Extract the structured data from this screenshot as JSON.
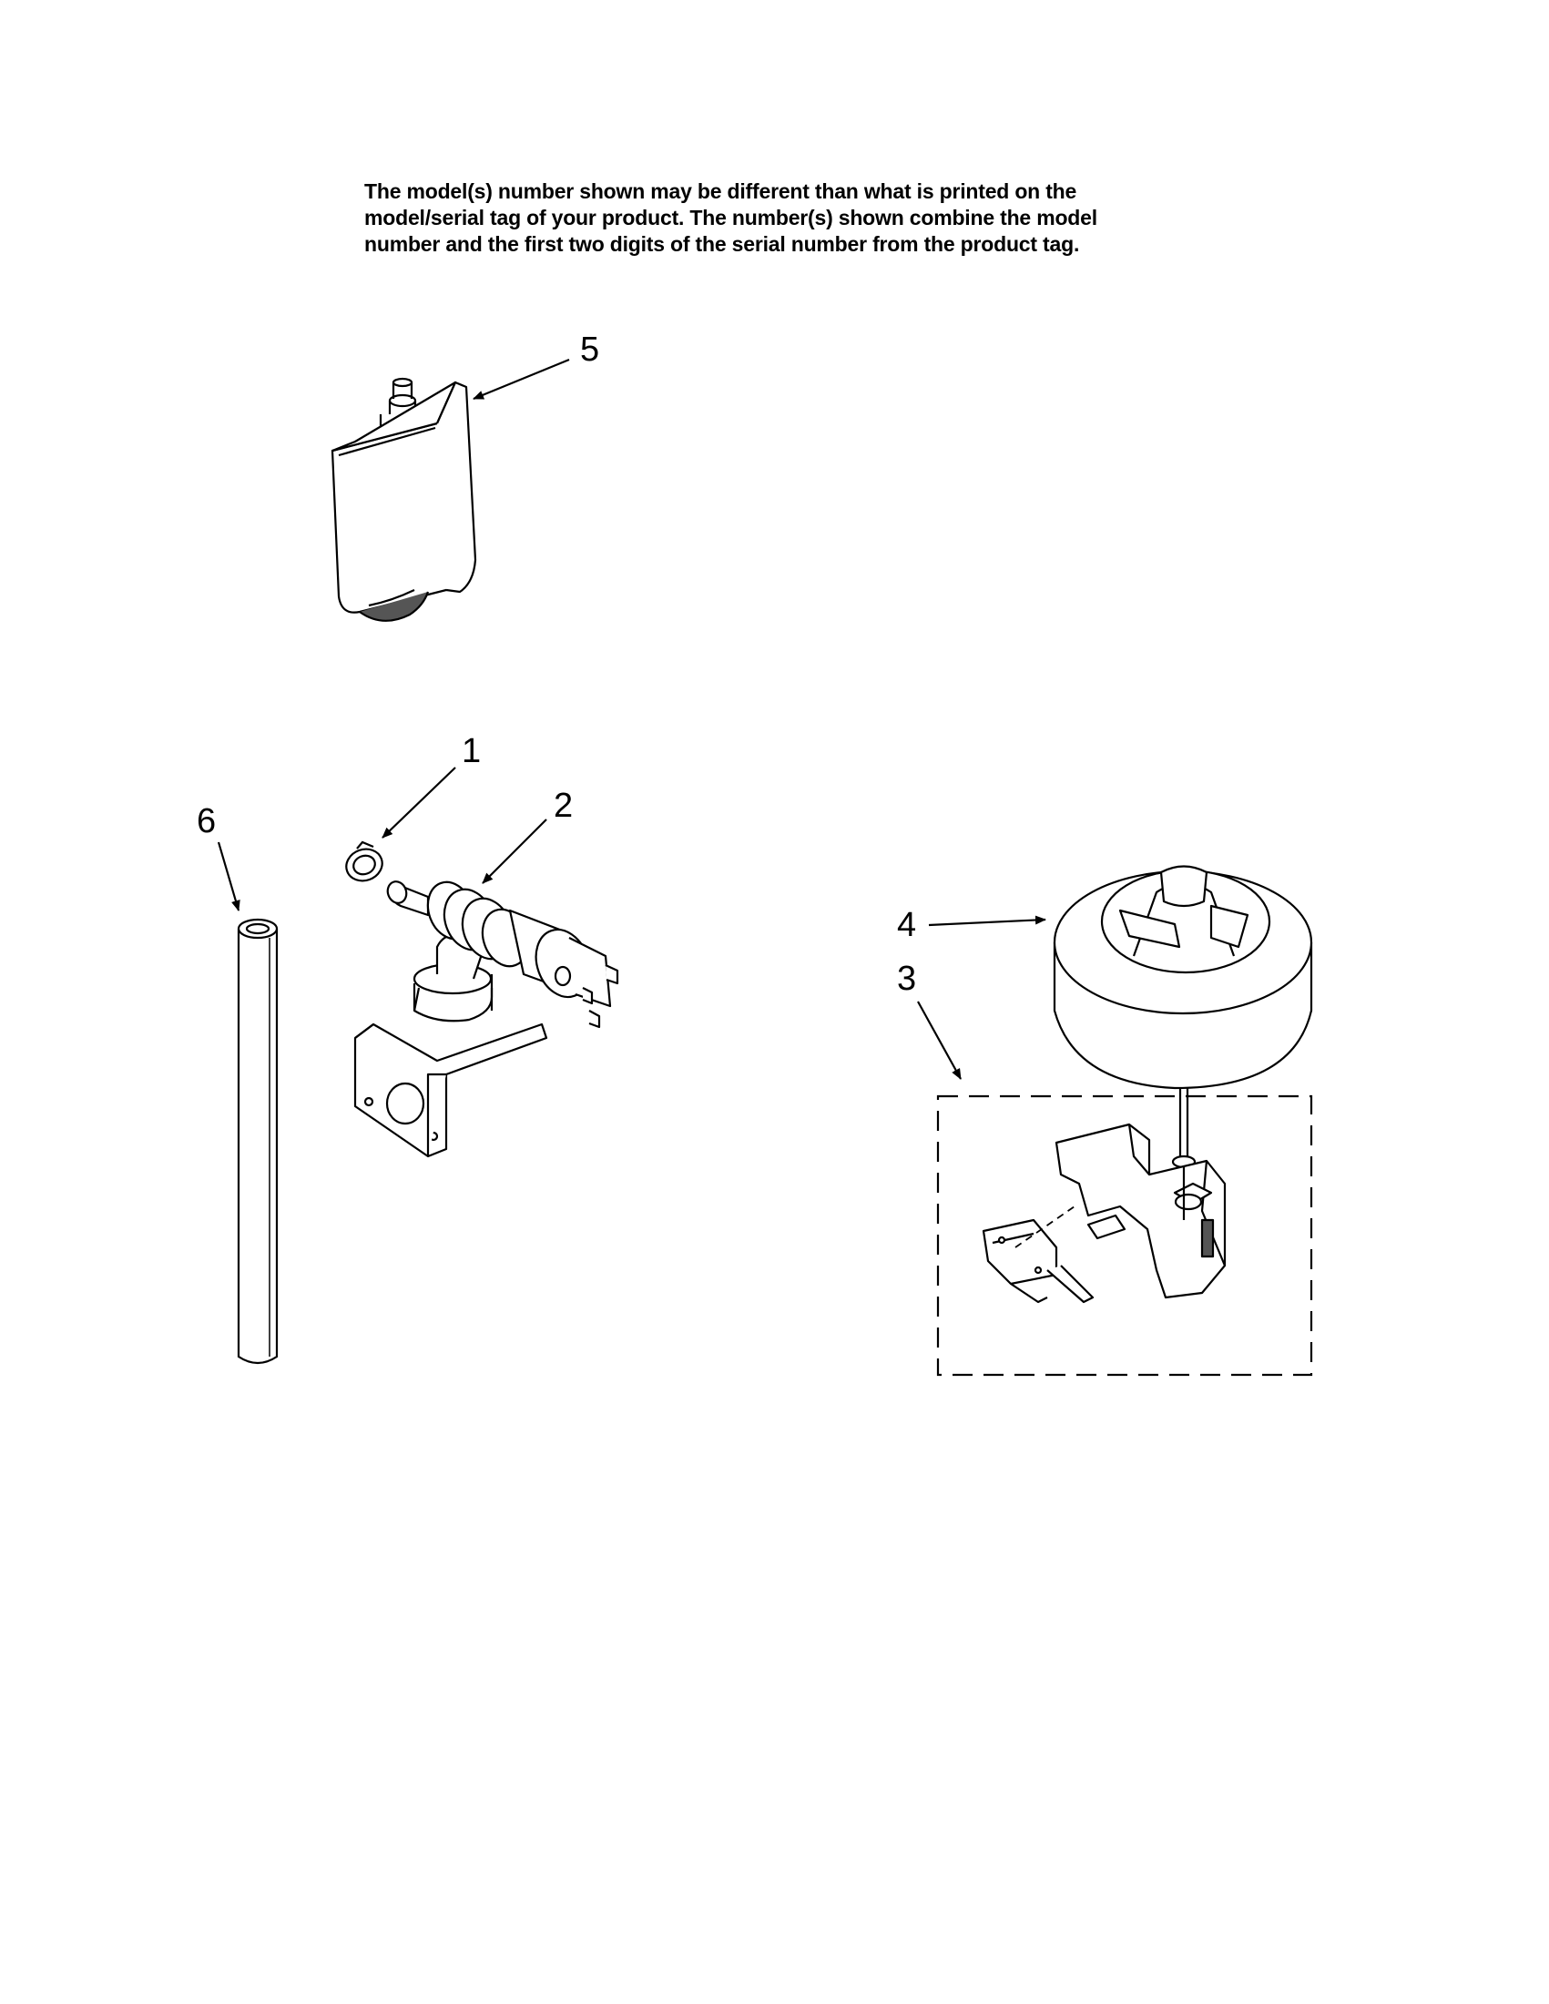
{
  "note": {
    "lines": [
      "The model(s) number shown may be different than what is printed on the",
      "model/serial tag of your product. The number(s) shown combine the model",
      "number and the first two digits of the serial number from the product tag."
    ]
  },
  "callouts": {
    "c1": "1",
    "c2": "2",
    "c3": "3",
    "c4": "4",
    "c5": "5",
    "c6": "6"
  }
}
